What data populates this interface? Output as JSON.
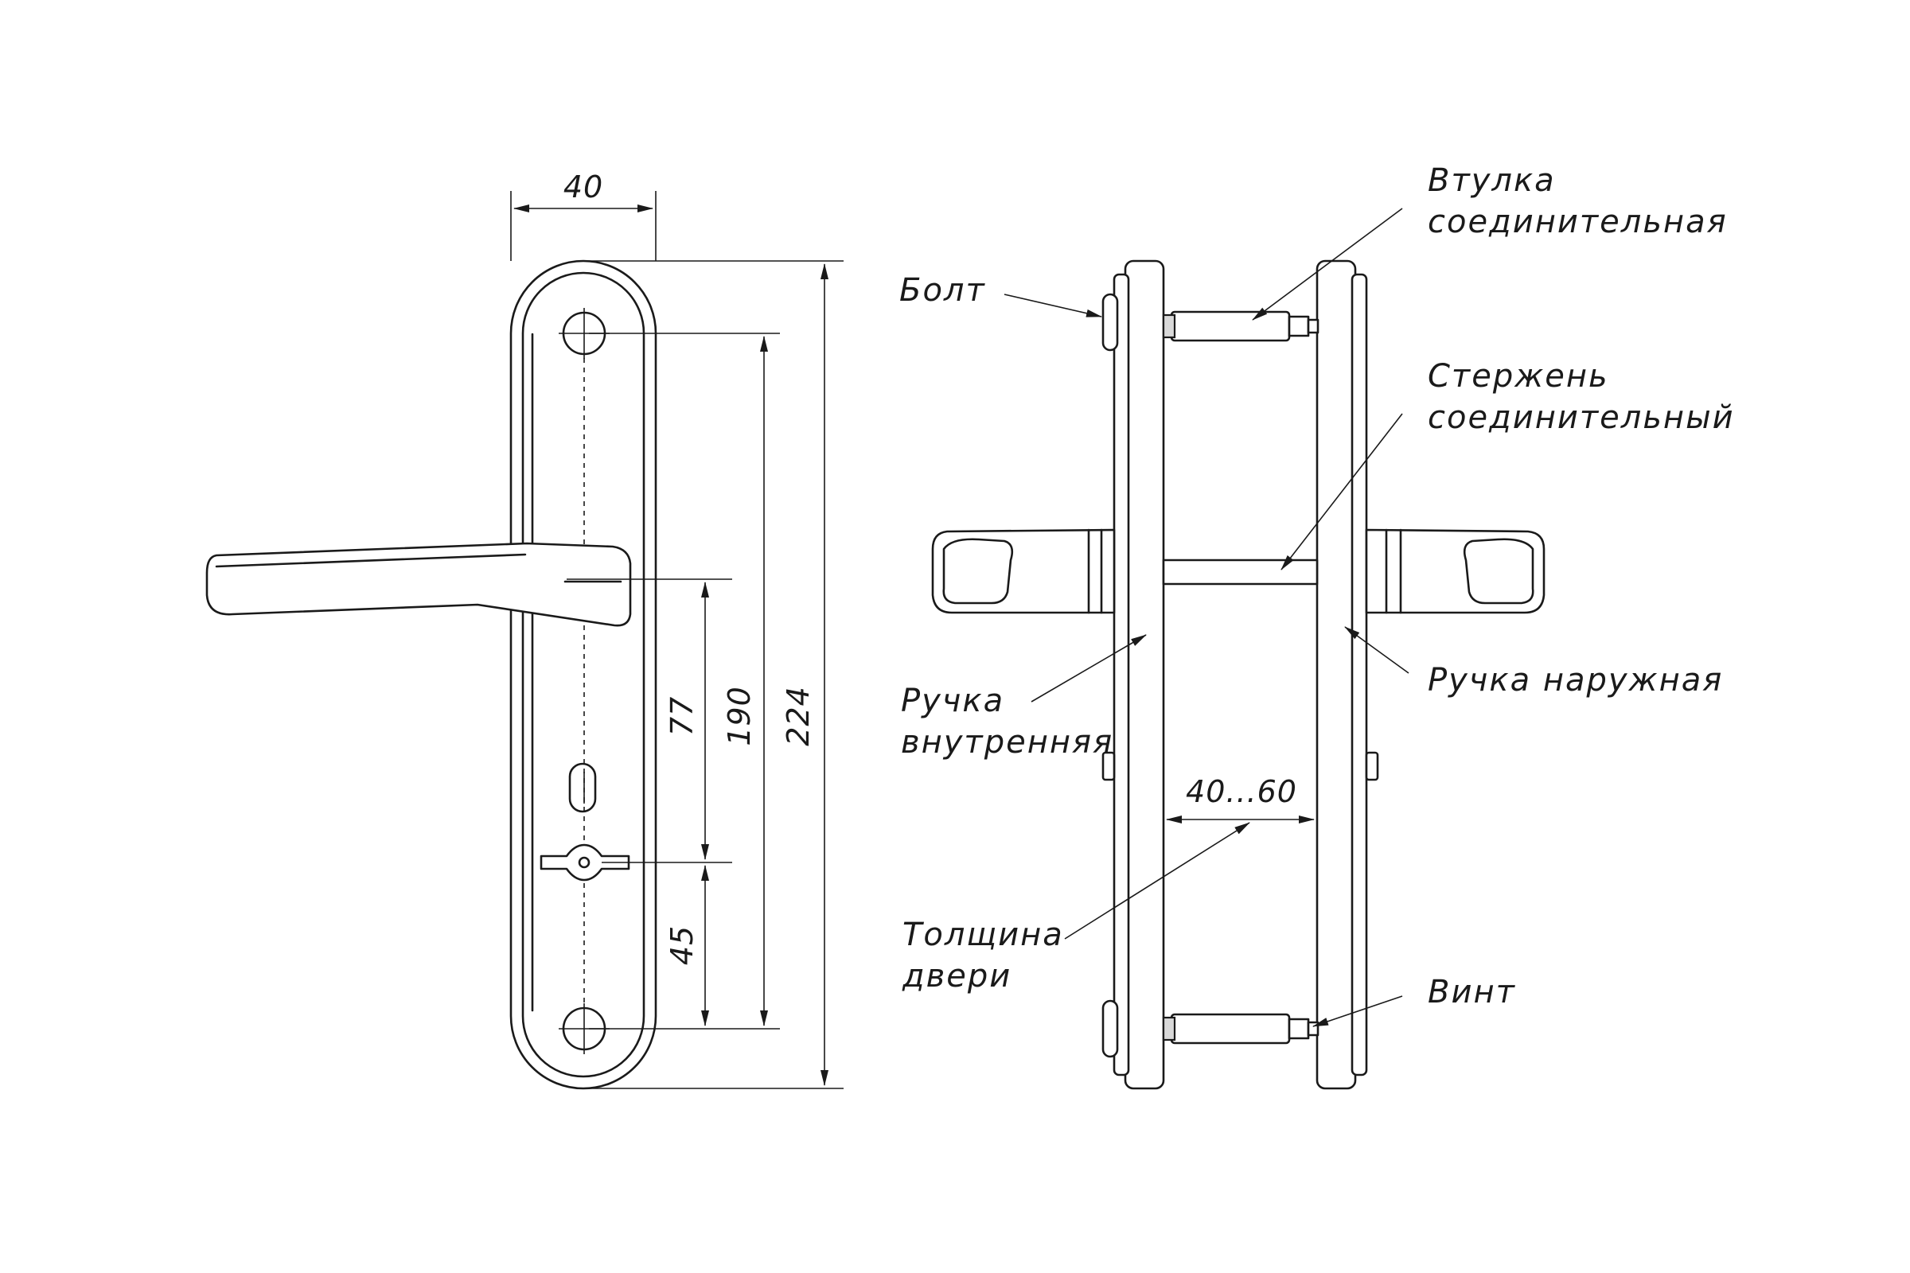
{
  "dimensions": {
    "width": "40",
    "span_77": "77",
    "span_190": "190",
    "span_224": "224",
    "span_45": "45",
    "door_range": "40...60"
  },
  "labels": {
    "bolt": "Болт",
    "sleeve_line1": "Втулка",
    "sleeve_line2": "соединительная",
    "rod_line1": "Стержень",
    "rod_line2": "соединительный",
    "inner_handle_line1": "Ручка",
    "inner_handle_line2": "внутренняя",
    "outer_handle": "Ручка наружная",
    "door_thickness_line1": "Толщина",
    "door_thickness_line2": "двери",
    "screw": "Винт"
  }
}
